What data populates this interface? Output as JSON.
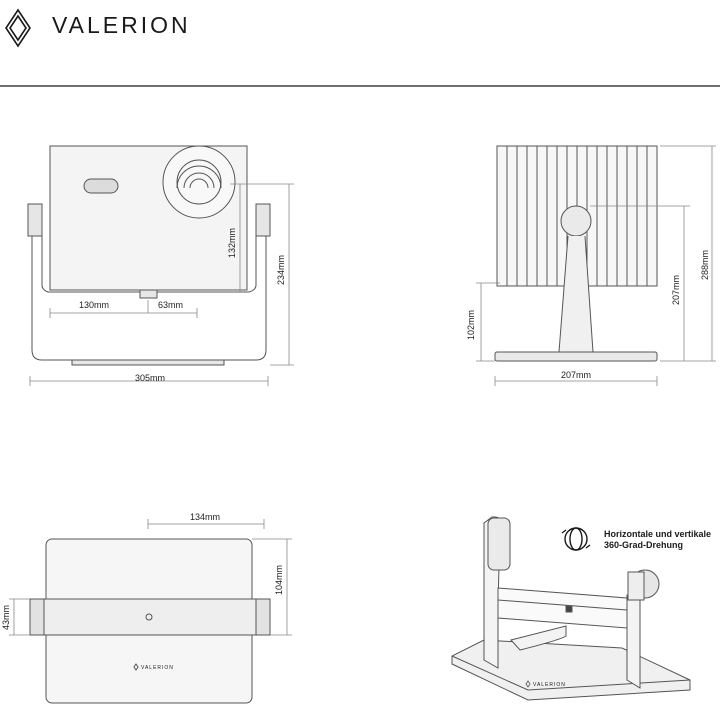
{
  "brand": {
    "name": "VALERION",
    "logo_icon": "diamond-outline-icon"
  },
  "front_view": {
    "width_total": "305mm",
    "height_total": "234mm",
    "offset_left": "130mm",
    "offset_lens": "63mm",
    "lens_height": "132mm"
  },
  "side_view": {
    "base_width": "207mm",
    "pivot_height": "102mm",
    "stand_height": "207mm",
    "total_height": "288mm"
  },
  "top_view": {
    "depth_total": "104mm",
    "width_half": "134mm",
    "handle_depth": "43mm",
    "brand_small": "VALERION"
  },
  "perspective_view": {
    "feature_line1": "Horizontale und vertikale",
    "feature_line2": "360-Grad-Drehung",
    "feature_icon": "rotate-360-icon",
    "brand_small": "VALERION"
  },
  "colors": {
    "line": "#4a4a4a",
    "fill": "#f2f2f2",
    "dim": "#888888"
  }
}
